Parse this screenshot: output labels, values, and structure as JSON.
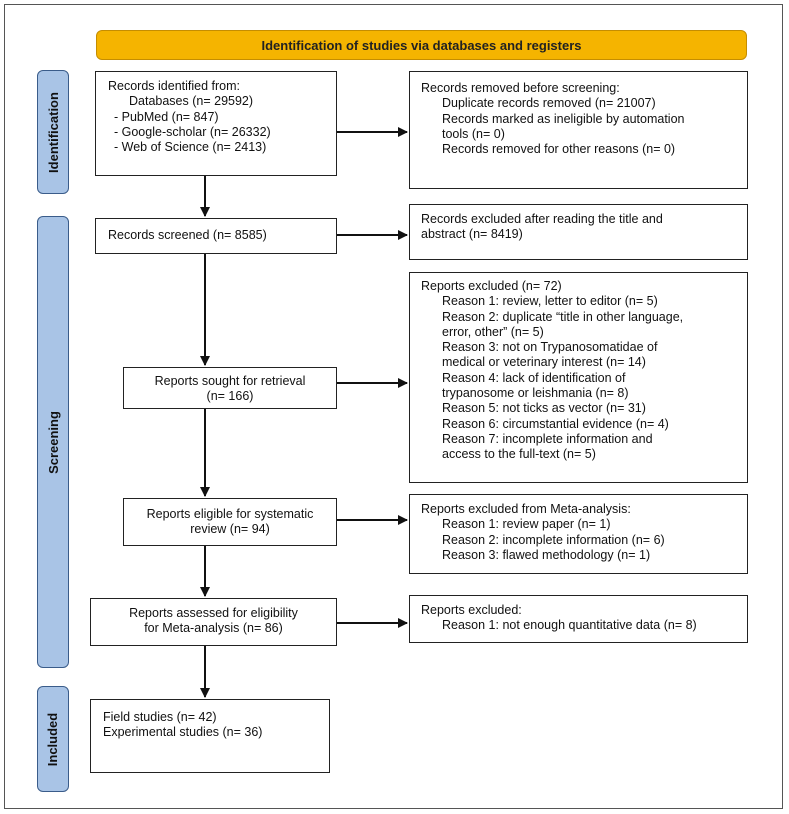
{
  "header": {
    "title": "Identification of studies via databases and registers"
  },
  "phases": {
    "identification": "Identification",
    "screening": "Screening",
    "included": "Included"
  },
  "identified": {
    "title": "Records identified from:",
    "databases": "Databases (n= 29592)",
    "sources": [
      "- PubMed (n= 847)",
      "- Google-scholar (n= 26332)",
      "- Web of Science (n= 2413)"
    ]
  },
  "removed": {
    "title": "Records removed before screening:",
    "lines": [
      "Duplicate records removed (n= 21007)",
      "Records marked as ineligible by automation",
      "tools (n= 0)",
      "Records removed for other reasons (n= 0)"
    ]
  },
  "screened": {
    "label": "Records screened (n= 8585)"
  },
  "excluded_title": {
    "lines": [
      "Records excluded after reading the title and",
      "abstract (n= 8419)"
    ]
  },
  "retrieval": {
    "lines": [
      "Reports sought for retrieval",
      "(n= 166)"
    ]
  },
  "reports_excluded": {
    "title": "Reports excluded (n= 72)",
    "lines": [
      "Reason 1: review, letter to editor (n= 5)",
      "Reason 2: duplicate “title in other language,",
      "error, other” (n= 5)",
      "Reason 3: not on Trypanosomatidae of",
      "medical or veterinary interest (n= 14)",
      "Reason 4: lack of identification of",
      "trypanosome or leishmania (n= 8)",
      "Reason 5: not ticks as vector (n= 31)",
      "Reason 6: circumstantial evidence (n= 4)",
      "Reason 7: incomplete information and",
      "access to the full-text (n= 5)"
    ]
  },
  "eligible": {
    "lines": [
      "Reports eligible for systematic",
      "review (n= 94)"
    ]
  },
  "meta_excluded": {
    "title": "Reports excluded from Meta-analysis:",
    "lines": [
      "Reason 1: review paper (n= 1)",
      "Reason 2: incomplete information (n= 6)",
      "Reason 3: flawed methodology (n= 1)"
    ]
  },
  "assessed": {
    "lines": [
      "Reports assessed for eligibility",
      "for Meta-analysis (n= 86)"
    ]
  },
  "final_excluded": {
    "title": "Reports excluded:",
    "lines": [
      "Reason 1: not enough quantitative data (n= 8)"
    ]
  },
  "included": {
    "lines": [
      "Field studies (n= 42)",
      "Experimental studies (n= 36)"
    ]
  },
  "colors": {
    "banner": "#f5b400",
    "phase": "#a9c4e6"
  }
}
